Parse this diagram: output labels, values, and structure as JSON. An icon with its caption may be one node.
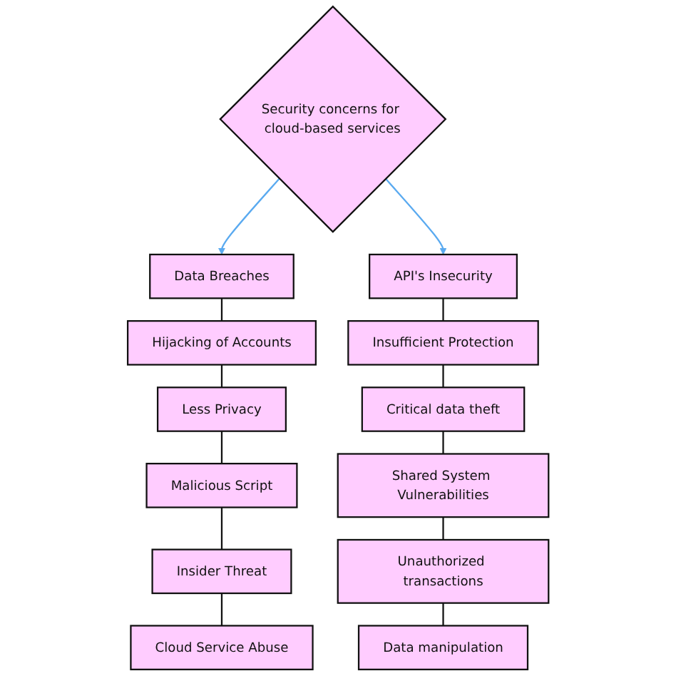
{
  "diagram": {
    "nodes": [
      {
        "text": [
          "Security concerns for cloud-based services"
        ]
      },
      {
        "text": [
          "Data Breaches"
        ]
      },
      {
        "text": [
          "API's Insecurity"
        ]
      },
      {
        "text": [
          "Hijacking of Accounts"
        ]
      },
      {
        "text": [
          "Less Privacy"
        ]
      },
      {
        "text": [
          "Malicious Script"
        ]
      },
      {
        "text": [
          "Insider Threat"
        ]
      },
      {
        "text": [
          "Cloud Service Abuse"
        ]
      },
      {
        "text": [
          "Insufficient Protection"
        ]
      },
      {
        "text": [
          "Critical data theft"
        ]
      },
      {
        "text": [
          "Shared System Vulnerabilities"
        ]
      },
      {
        "text": [
          "Unauthorized transactions"
        ]
      },
      {
        "text": [
          "Data manipulation"
        ]
      }
    ],
    "edges": [
      {
        "from": 0,
        "to": 1,
        "arrow": "to",
        "color": "#5aaaf0"
      },
      {
        "from": 0,
        "to": 2,
        "arrow": "to",
        "color": "#5aaaf0"
      },
      {
        "from": 1,
        "to": 3,
        "arrow": "none"
      },
      {
        "from": 3,
        "to": 4,
        "arrow": "none"
      },
      {
        "from": 4,
        "to": 5,
        "arrow": "none"
      },
      {
        "from": 5,
        "to": 6,
        "arrow": "none"
      },
      {
        "from": 6,
        "to": 7,
        "arrow": "none"
      },
      {
        "from": 2,
        "to": 8,
        "arrow": "none"
      },
      {
        "from": 8,
        "to": 9,
        "arrow": "none"
      },
      {
        "from": 9,
        "to": 10,
        "arrow": "none"
      },
      {
        "from": 10,
        "to": 11,
        "arrow": "none"
      },
      {
        "from": 11,
        "to": 12,
        "arrow": "none"
      }
    ]
  }
}
